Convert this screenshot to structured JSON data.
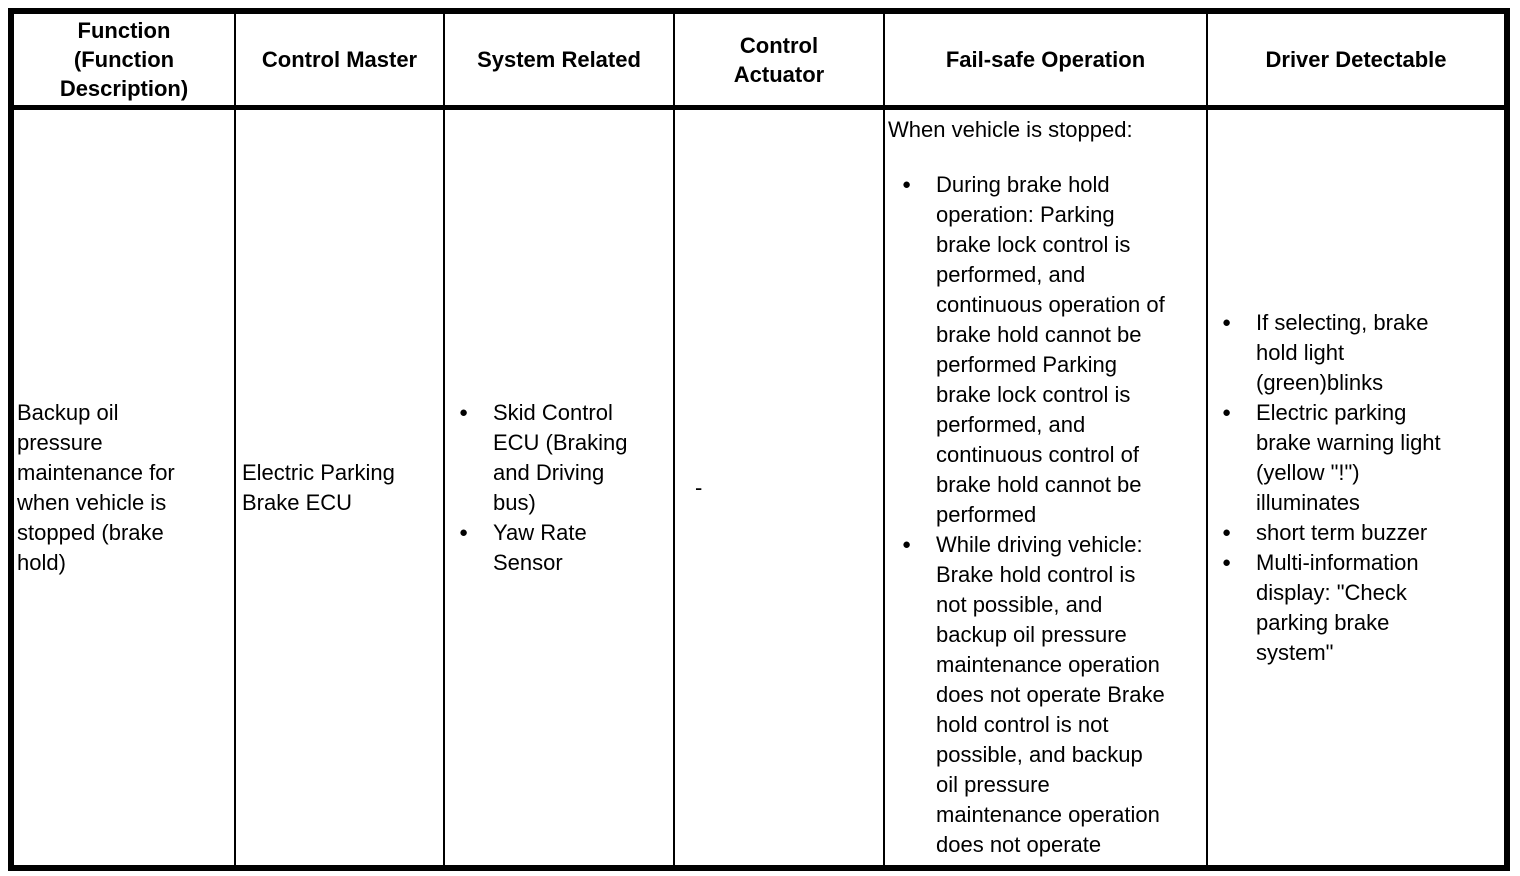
{
  "colors": {
    "text": "#000000",
    "background": "#ffffff",
    "border": "#000000"
  },
  "bullet": "●",
  "table": {
    "headers": {
      "function": "Function\n(Function\nDescription)",
      "control_master": "Control Master",
      "system_related": "System Related",
      "control_actuator": "Control\nActuator",
      "fail_safe": "Fail-safe Operation",
      "driver_detectable": "Driver Detectable"
    },
    "row": {
      "function": "Backup oil\npressure\nmaintenance for\nwhen vehicle is\nstopped (brake\nhold)",
      "control_master": "Electric Parking\nBrake ECU",
      "system_related": [
        "Skid Control\nECU (Braking\nand Driving\nbus)",
        "Yaw Rate\nSensor"
      ],
      "control_actuator": "-",
      "fail_safe": {
        "intro": "When vehicle is stopped:",
        "items": [
          "During brake hold\noperation: Parking\nbrake lock control is\nperformed, and\ncontinuous operation of\nbrake hold cannot be\nperformed Parking\nbrake lock control is\nperformed, and\ncontinuous control of\nbrake hold cannot be\nperformed",
          "While driving vehicle:\nBrake hold control is\nnot possible, and\nbackup oil pressure\nmaintenance operation\ndoes not operate Brake\nhold control is not\npossible, and backup\noil pressure\nmaintenance operation\ndoes not operate"
        ]
      },
      "driver_detectable": [
        "If selecting, brake\nhold light\n(green)blinks",
        "Electric parking\nbrake warning light\n(yellow \"!\")\nilluminates",
        "short term buzzer",
        "Multi-information\ndisplay: \"Check\nparking brake\nsystem\""
      ]
    }
  }
}
